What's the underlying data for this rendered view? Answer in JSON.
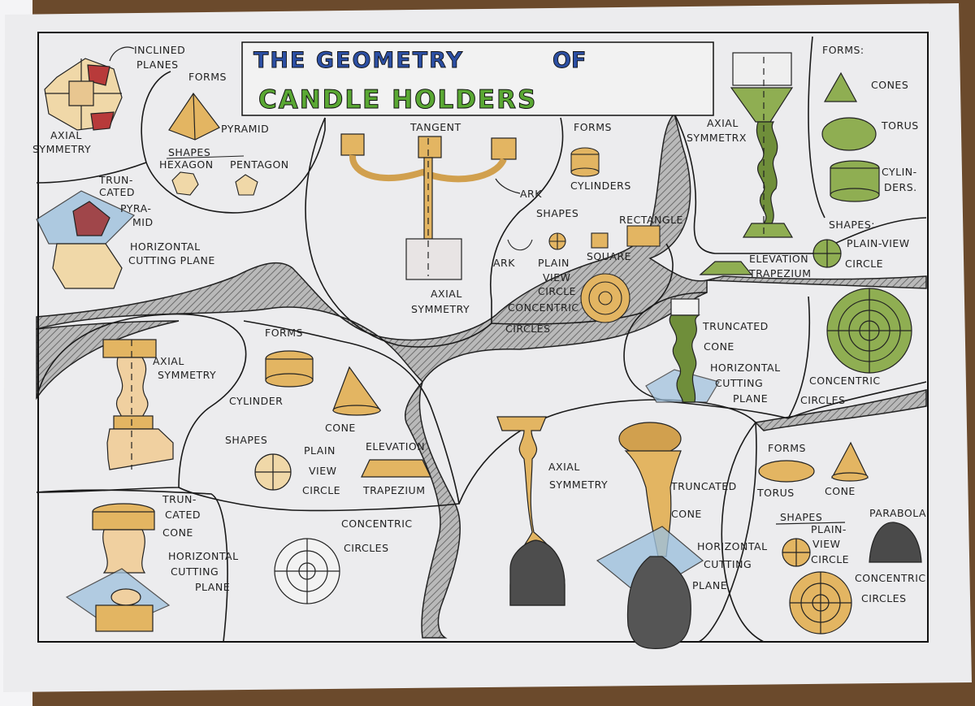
{
  "title": {
    "line1": "THE GEOMETRY",
    "line1b": "OF",
    "line2": "CANDLE HOLDERS"
  },
  "colors": {
    "paper": "#eeeef0",
    "wood": "#6b4a2c",
    "gold": "#e3b562",
    "green": "#8fae52",
    "shade": "#9a9a9a",
    "red": "#b33b3b",
    "blue": "#9ec1dd",
    "ink": "#1c1c1c",
    "title_blue": "#2c4fa3",
    "title_green": "#5aa833"
  },
  "panel1": {
    "inclined": "INCLINED",
    "planes": "PLANES",
    "axial": "AXIAL",
    "symmetry": "SYMMETRY"
  },
  "panel2": {
    "forms": "FORMS",
    "pyramid": "PYRAMID",
    "shapes": "SHAPES",
    "hexagon": "HEXAGON",
    "pentagon": "PENTAGON"
  },
  "panel3": {
    "trun": "TRUN-",
    "cated": "CATED",
    "pyra": "PYRA-",
    "mid": "MID",
    "horizontal": "HORIZONTAL",
    "cutting": "CUTTING PLANE"
  },
  "panel4": {
    "tangent": "TANGENT",
    "ark": "ARK",
    "axial": "AXIAL",
    "symmetry": "SYMMETRY"
  },
  "panel5": {
    "forms": "FORMS",
    "cylinders": "CYLINDERS",
    "shapes": "SHAPES",
    "rectangle": "RECTANGLE",
    "ark": "ARK",
    "plain": "PLAIN",
    "view": "VIEW",
    "circle": "CIRCLE",
    "square": "SQUARE",
    "concentric": "CONCENTRIC",
    "circles": "CIRCLES"
  },
  "panel6": {
    "axial": "AXIAL",
    "symmetrx": "SYMMETRX",
    "forms": "FORMS:",
    "cones": "CONES",
    "torus": "TORUS",
    "cylin": "CYLIN-",
    "ders": "DERS.",
    "shapes": "SHAPES:",
    "plain_view": "PLAIN-VIEW",
    "circle": "CIRCLE",
    "elevation": "ELEVATION",
    "trapezium": "TRAPEZIUM"
  },
  "panel7": {
    "truncated": "TRUNCATED",
    "cone": "CONE",
    "horizontal": "HORIZONTAL",
    "cutting": "CUTTING",
    "plane": "PLANE",
    "concentric": "CONCENTRIC",
    "circles": "CIRCLES"
  },
  "panel8": {
    "axial": "AXIAL",
    "symmetry": "SYMMETRY"
  },
  "panel9": {
    "forms": "FORMS",
    "cylinder": "CYLINDER",
    "cone": "CONE",
    "shapes": "SHAPES",
    "plain": "PLAIN",
    "view": "VIEW",
    "circle": "CIRCLE",
    "elevation": "ELEVATION",
    "trapezium": "TRAPEZIUM"
  },
  "panel10": {
    "trun": "TRUN-",
    "cated": "CATED",
    "cone": "CONE",
    "horizontal": "HORIZONTAL",
    "cutting": "CUTTING",
    "plane": "PLANE",
    "concentric": "CONCENTRIC",
    "circles": "CIRCLES"
  },
  "panel11": {
    "axial": "AXIAL",
    "symmetry": "SYMMETRY",
    "truncated": "TRUNCATED",
    "cone": "CONE",
    "horizontal": "HORIZONTAL",
    "cutting": "CUTTING",
    "plane": "PLANE"
  },
  "panel12": {
    "forms": "FORMS",
    "torus": "TORUS",
    "cone": "CONE",
    "shapes": "SHAPES",
    "parabola": "PARABOLA",
    "plain": "PLAIN-",
    "view": "VIEW",
    "circle": "CIRCLE",
    "concentric": "CONCENTRIC",
    "circles": "CIRCLES"
  }
}
